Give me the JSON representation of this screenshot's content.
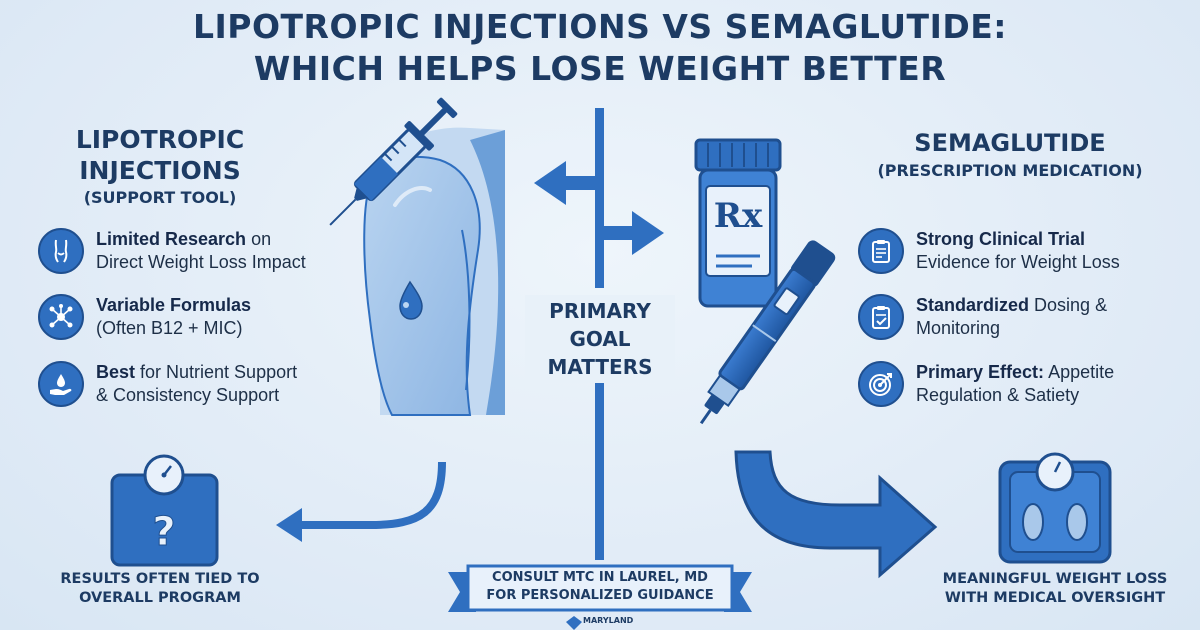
{
  "title": {
    "line1": "LIPOTROPIC INJECTIONS VS SEMAGLUTIDE:",
    "line2": "WHICH HELPS LOSE WEIGHT BETTER"
  },
  "left": {
    "heading_line1": "LIPOTROPIC",
    "heading_line2": "INJECTIONS",
    "subheading": "(SUPPORT TOOL)",
    "features": [
      {
        "icon": "body-icon",
        "bold": "Limited Research",
        "rest": " on",
        "line2": "Direct Weight Loss Impact"
      },
      {
        "icon": "molecule-icon",
        "bold": "Variable Formulas",
        "rest": "",
        "line2": "(Often B12 + MIC)"
      },
      {
        "icon": "hand-drop-icon",
        "bold": "Best",
        "rest": " for Nutrient Support",
        "line2": "& Consistency Support"
      }
    ],
    "result_line1": "RESULTS OFTEN TIED TO",
    "result_line2": "OVERALL PROGRAM"
  },
  "right": {
    "heading": "SEMAGLUTIDE",
    "subheading": "(PRESCRIPTION MEDICATION)",
    "features": [
      {
        "icon": "clipboard-icon",
        "bold": "Strong Clinical Trial",
        "rest": "",
        "line2": "Evidence for Weight Loss"
      },
      {
        "icon": "clipboard-check-icon",
        "bold": "Standardized",
        "rest": " Dosing &",
        "line2": "Monitoring"
      },
      {
        "icon": "target-icon",
        "bold": "Primary Effect:",
        "rest": " Appetite",
        "line2": "Regulation & Satiety"
      }
    ],
    "result_line1": "MEANINGFUL WEIGHT LOSS",
    "result_line2": "WITH MEDICAL OVERSIGHT"
  },
  "center": {
    "line1": "PRIMARY",
    "line2": "GOAL",
    "line3": "MATTERS"
  },
  "banner": {
    "line1": "CONSULT MTC IN LAUREL, MD",
    "line2": "FOR PERSONALIZED GUIDANCE"
  },
  "logo_text": "MARYLAND",
  "bottle_label": "Rx",
  "colors": {
    "primary_blue": "#2f6fc0",
    "dark_navy": "#1d3b63",
    "light_blue": "#a9c8ea",
    "background": "#e3eef8"
  }
}
